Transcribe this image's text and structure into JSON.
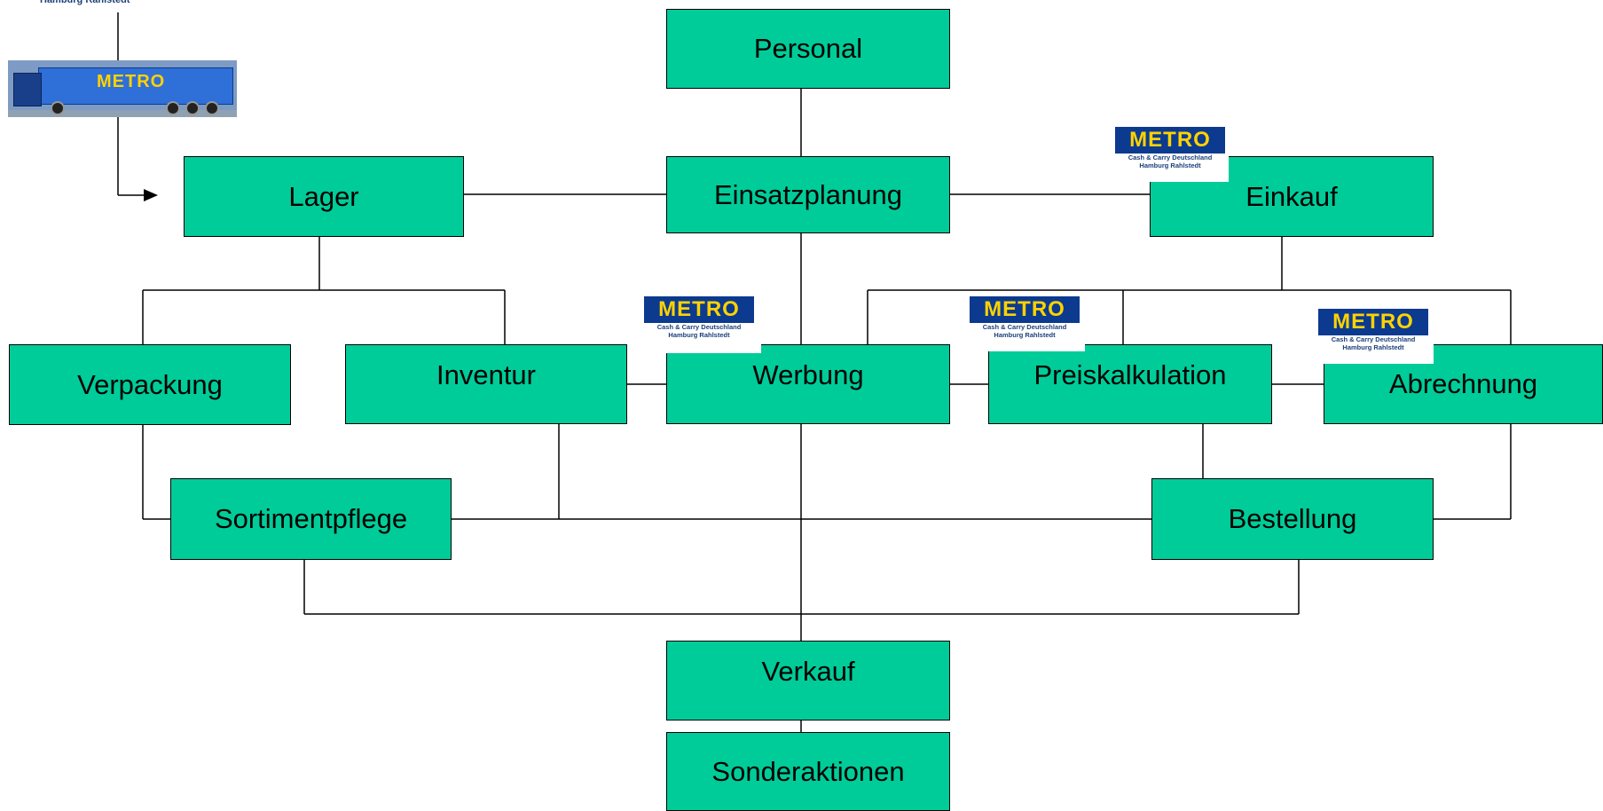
{
  "diagram": {
    "nodes": {
      "personal": "Personal",
      "einsatzplanung": "Einsatzplanung",
      "lager": "Lager",
      "einkauf": "Einkauf",
      "verpackung": "Verpackung",
      "inventur": "Inventur",
      "werbung": "Werbung",
      "preiskalkulation": "Preiskalkulation",
      "abrechnung": "Abrechnung",
      "sortimentpflege": "Sortimentpflege",
      "bestellung": "Bestellung",
      "verkauf": "Verkauf",
      "sonderaktionen": "Sonderaktionen"
    },
    "node_color": "#00CC99",
    "line_color": "#000000"
  },
  "logo": {
    "brand": "METRO",
    "line1": "Cash & Carry Deutschland",
    "line2": "Hamburg Rahlstedt",
    "brand_color": "#0b3a8f",
    "text_color": "#ffd200"
  },
  "truck": {
    "brand": "METRO"
  }
}
